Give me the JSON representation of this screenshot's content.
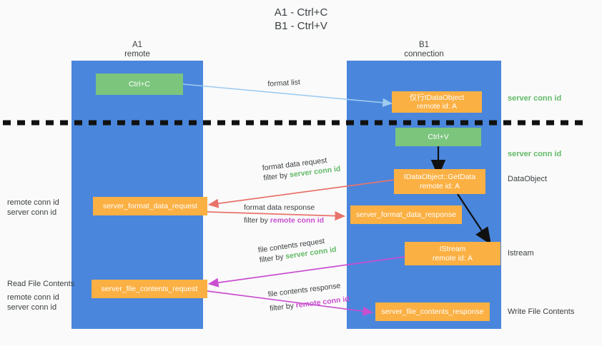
{
  "title": "A1 - Ctrl+C\nB1 - Ctrl+V",
  "columns": {
    "left": {
      "name": "A1",
      "role": "remote"
    },
    "right": {
      "name": "B1",
      "role": "connection"
    }
  },
  "nodes": {
    "ctrl_c": {
      "label": "Ctrl+C",
      "color": "#7cc57d"
    },
    "ctrl_v": {
      "label": "Ctrl+V",
      "color": "#7cc57d"
    },
    "idataobject": {
      "line1": "仅行IDataObject",
      "line2": "remote id: A",
      "color": "#fbb043"
    },
    "getdata": {
      "line1": "IDataObject::GetData",
      "line2": "remote id: A",
      "color": "#fbb043"
    },
    "istream": {
      "line1": "IStream",
      "line2": "remote id: A",
      "color": "#fbb043"
    },
    "format_data_request": {
      "line1": "server_format_data_request",
      "color": "#fbb043"
    },
    "format_data_response": {
      "line1": "server_format_data_response",
      "color": "#fbb043"
    },
    "file_contents_request": {
      "line1": "server_file_contents_request",
      "color": "#fbb043"
    },
    "file_contents_response": {
      "line1": "server_file_contents_response",
      "color": "#fbb043"
    }
  },
  "edges": {
    "format_list": {
      "label": "format list"
    },
    "format_data_request": {
      "line1": "format data request",
      "filter_prefix": "filter by ",
      "filter_target": "server conn id"
    },
    "format_data_response": {
      "line1": "format data response",
      "filter_prefix": "filter by ",
      "filter_target": "remote conn id"
    },
    "file_contents_request": {
      "line1": "file contents request",
      "filter_prefix": "filter by ",
      "filter_target": "server conn id"
    },
    "file_contents_response": {
      "line1": "file contents response",
      "filter_prefix": "filter by ",
      "filter_target": "remote conn id"
    }
  },
  "annotations": {
    "right_server_conn_id_top": "server conn id",
    "right_server_conn_id_mid": "server conn id",
    "right_dataobject": "DataObject",
    "right_istream": "Istream",
    "right_write_file_contents": "Write File Contents",
    "left_read_file_contents": "Read File Contents",
    "left_ids_upper_remote": "remote conn id",
    "left_ids_upper_server": "server conn id",
    "left_ids_lower_remote": "remote conn id",
    "left_ids_lower_server": "server conn id"
  },
  "colors": {
    "lane": "#4a86dc",
    "green_node": "#7cc57d",
    "orange_node": "#fbb043",
    "server_conn_id": "#63ba68",
    "remote_conn_id": "#c94ed0",
    "arrow_light_blue": "#9ecbf0",
    "arrow_red": "#e8736b",
    "arrow_magenta": "#c94ed0",
    "arrow_black": "#111111",
    "background": "#fafafa"
  }
}
